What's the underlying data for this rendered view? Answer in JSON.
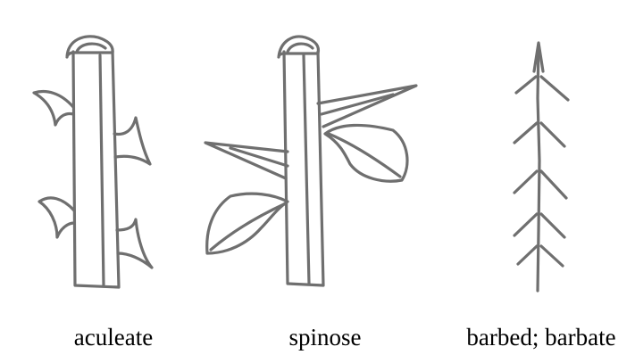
{
  "figure": {
    "panels": [
      {
        "id": "aculeate",
        "label": "aculeate"
      },
      {
        "id": "spinose",
        "label": "spinose"
      },
      {
        "id": "barbed",
        "label": "barbed; barbate"
      }
    ],
    "colors": {
      "line": "#6f6f6f",
      "text": "#000000",
      "background": "#ffffff"
    }
  }
}
